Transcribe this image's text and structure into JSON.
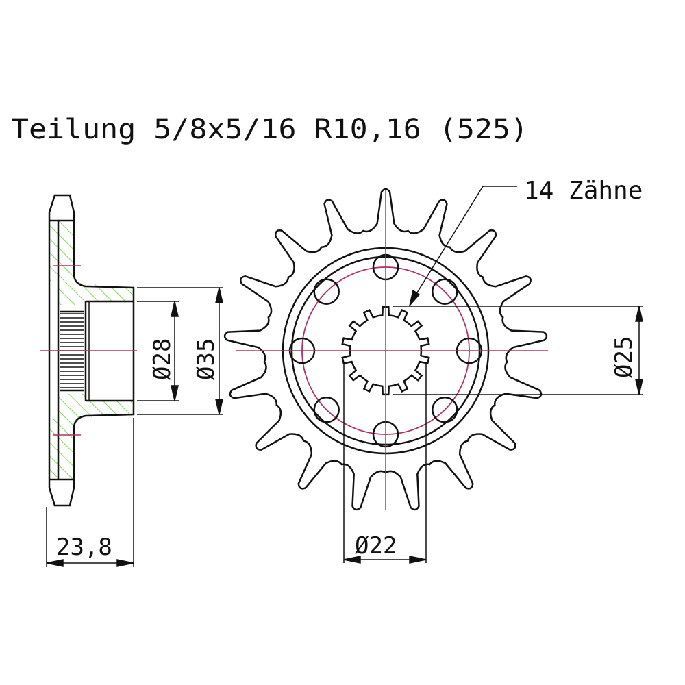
{
  "title": "Teilung 5/8x5/16 R10,16 (525)",
  "teeth_label": "14 Zähne",
  "teeth_count": 14,
  "dimensions": {
    "hub_inner": "Ø28",
    "hub_outer": "Ø35",
    "spline": "Ø25",
    "bore": "Ø22",
    "width": "23,8"
  },
  "colors": {
    "line": "#111111",
    "centerline": "#b0306a",
    "hatch": "#7ed957"
  }
}
